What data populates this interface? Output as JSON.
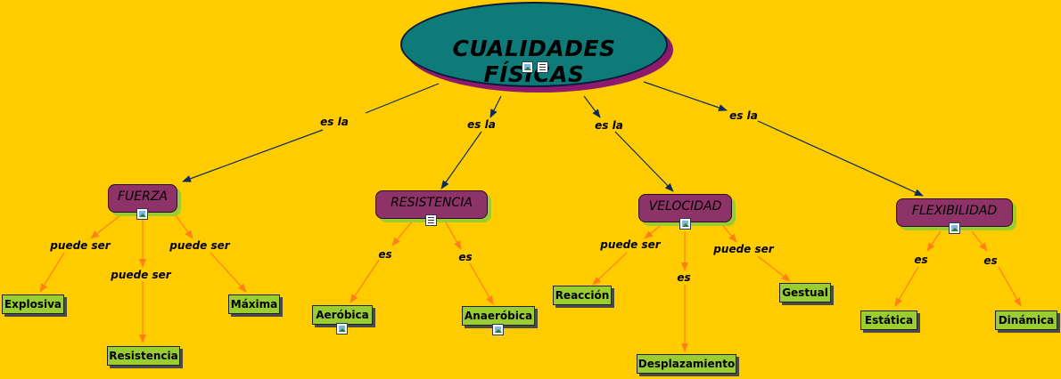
{
  "root": {
    "title": "CUALIDADES FÍSICAS",
    "icons": [
      "image-resource-icon",
      "document-resource-icon"
    ]
  },
  "links": {
    "es_la_1": "es la",
    "es_la_2": "es la",
    "es_la_3": "es la",
    "es_la_4": "es la",
    "f_puede1": "puede ser",
    "f_puede2": "puede ser",
    "f_puede3": "puede ser",
    "r_es1": "es",
    "r_es2": "es",
    "v_puede1": "puede ser",
    "v_es": "es",
    "v_puede2": "puede ser",
    "fl_es1": "es",
    "fl_es2": "es"
  },
  "concepts": {
    "fuerza": "FUERZA",
    "resistencia": "RESISTENCIA",
    "velocidad": "VELOCIDAD",
    "flexibilidad": "FLEXIBILIDAD"
  },
  "leaves": {
    "explosiva": "Explosiva",
    "resistencia": "Resistencia",
    "maxima": "Máxima",
    "aerobica": "Aeróbica",
    "anaerobica": "Anaeróbica",
    "reaccion": "Reacción",
    "desplazamiento": "Desplazamiento",
    "gestual": "Gestual",
    "estatica": "Estática",
    "dinamica": "Dinámica"
  },
  "colors": {
    "background": "#FFCC00",
    "root_fill": "#0E7B78",
    "root_shadow": "#8E1A6E",
    "category_fill": "#8E3368",
    "leaf_fill": "#9ACD32",
    "top_arrow": "#0D2B5C",
    "bottom_arrow": "#FF7F1A"
  }
}
